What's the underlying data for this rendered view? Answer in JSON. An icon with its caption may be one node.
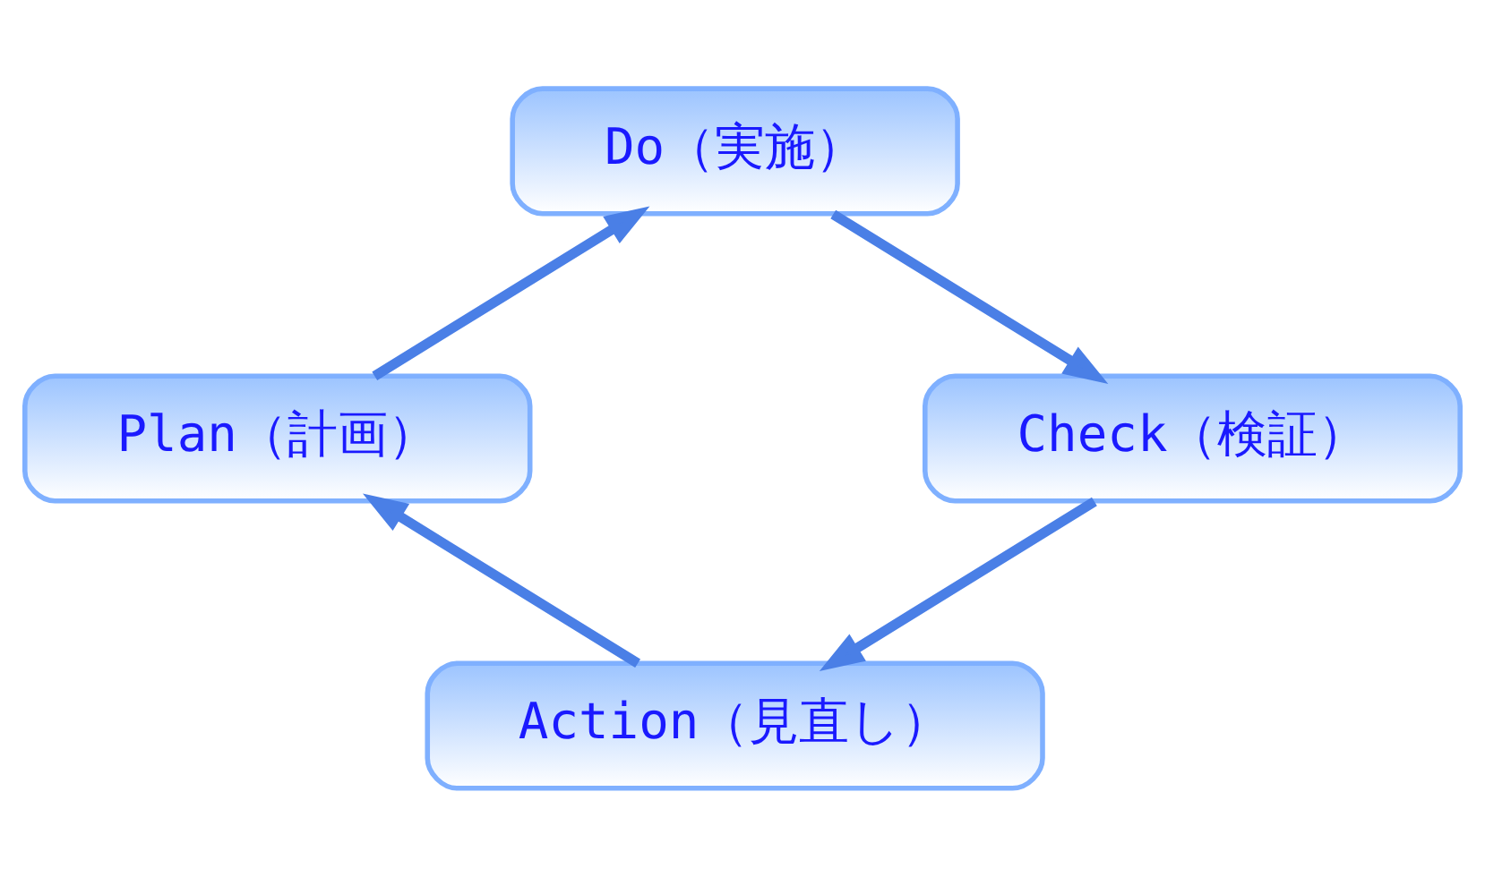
{
  "diagram": {
    "nodes": [
      {
        "text": [
          "Plan（計画）"
        ]
      },
      {
        "text": [
          "Do（実施）"
        ]
      },
      {
        "text": [
          "Check（検証）"
        ]
      },
      {
        "text": [
          "Action（見直し）"
        ]
      }
    ],
    "edges": [
      {
        "from": 0,
        "to": 1,
        "arrow": "to"
      },
      {
        "from": 1,
        "to": 2,
        "arrow": "to"
      },
      {
        "from": 2,
        "to": 3,
        "arrow": "to"
      },
      {
        "from": 3,
        "to": 0,
        "arrow": "to"
      }
    ]
  }
}
